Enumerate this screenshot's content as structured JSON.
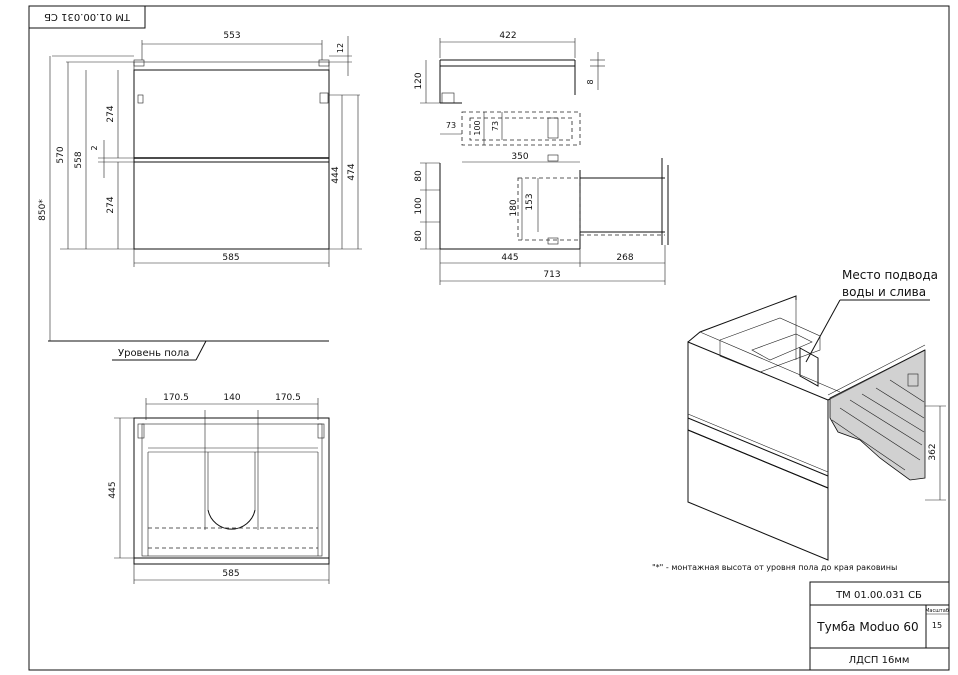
{
  "drawing_code_mirrored": "ТМ 01.00.031 СБ",
  "front_view": {
    "dims": {
      "width_top": "553",
      "top_gap": "12",
      "overall_height": "850*",
      "height_570": "570",
      "height_558": "558",
      "drawer_upper": "274",
      "gap_2": "2",
      "drawer_lower": "274",
      "right_444": "444",
      "right_474": "474",
      "width_bottom": "585"
    },
    "floor_label": "Уровень пола"
  },
  "side_view": {
    "dims": {
      "depth_top": "422",
      "h_120": "120",
      "h_8": "8",
      "d_73a": "73",
      "d_100": "100",
      "d_73b": "73",
      "d_350": "350",
      "h_80a": "80",
      "h_100": "100",
      "h_80b": "80",
      "h_180": "180",
      "h_153": "153",
      "d_445": "445",
      "d_268": "268",
      "d_713": "713"
    }
  },
  "top_view": {
    "dims": {
      "w_170a": "170.5",
      "w_140": "140",
      "w_170b": "170.5",
      "depth_445": "445",
      "width_585": "585"
    }
  },
  "iso_view": {
    "callout": [
      "Место подвода",
      "воды и слива"
    ],
    "dim_362": "362"
  },
  "footnote": "\"*\" - монтажная высота от уровня пола до края раковины",
  "title_block": {
    "code": "ТМ 01.00.031 СБ",
    "name": "Тумба Moduo 60",
    "sheet_label": "Масштаб",
    "sheet_value": "15",
    "material": "ЛДСП 16мм"
  }
}
